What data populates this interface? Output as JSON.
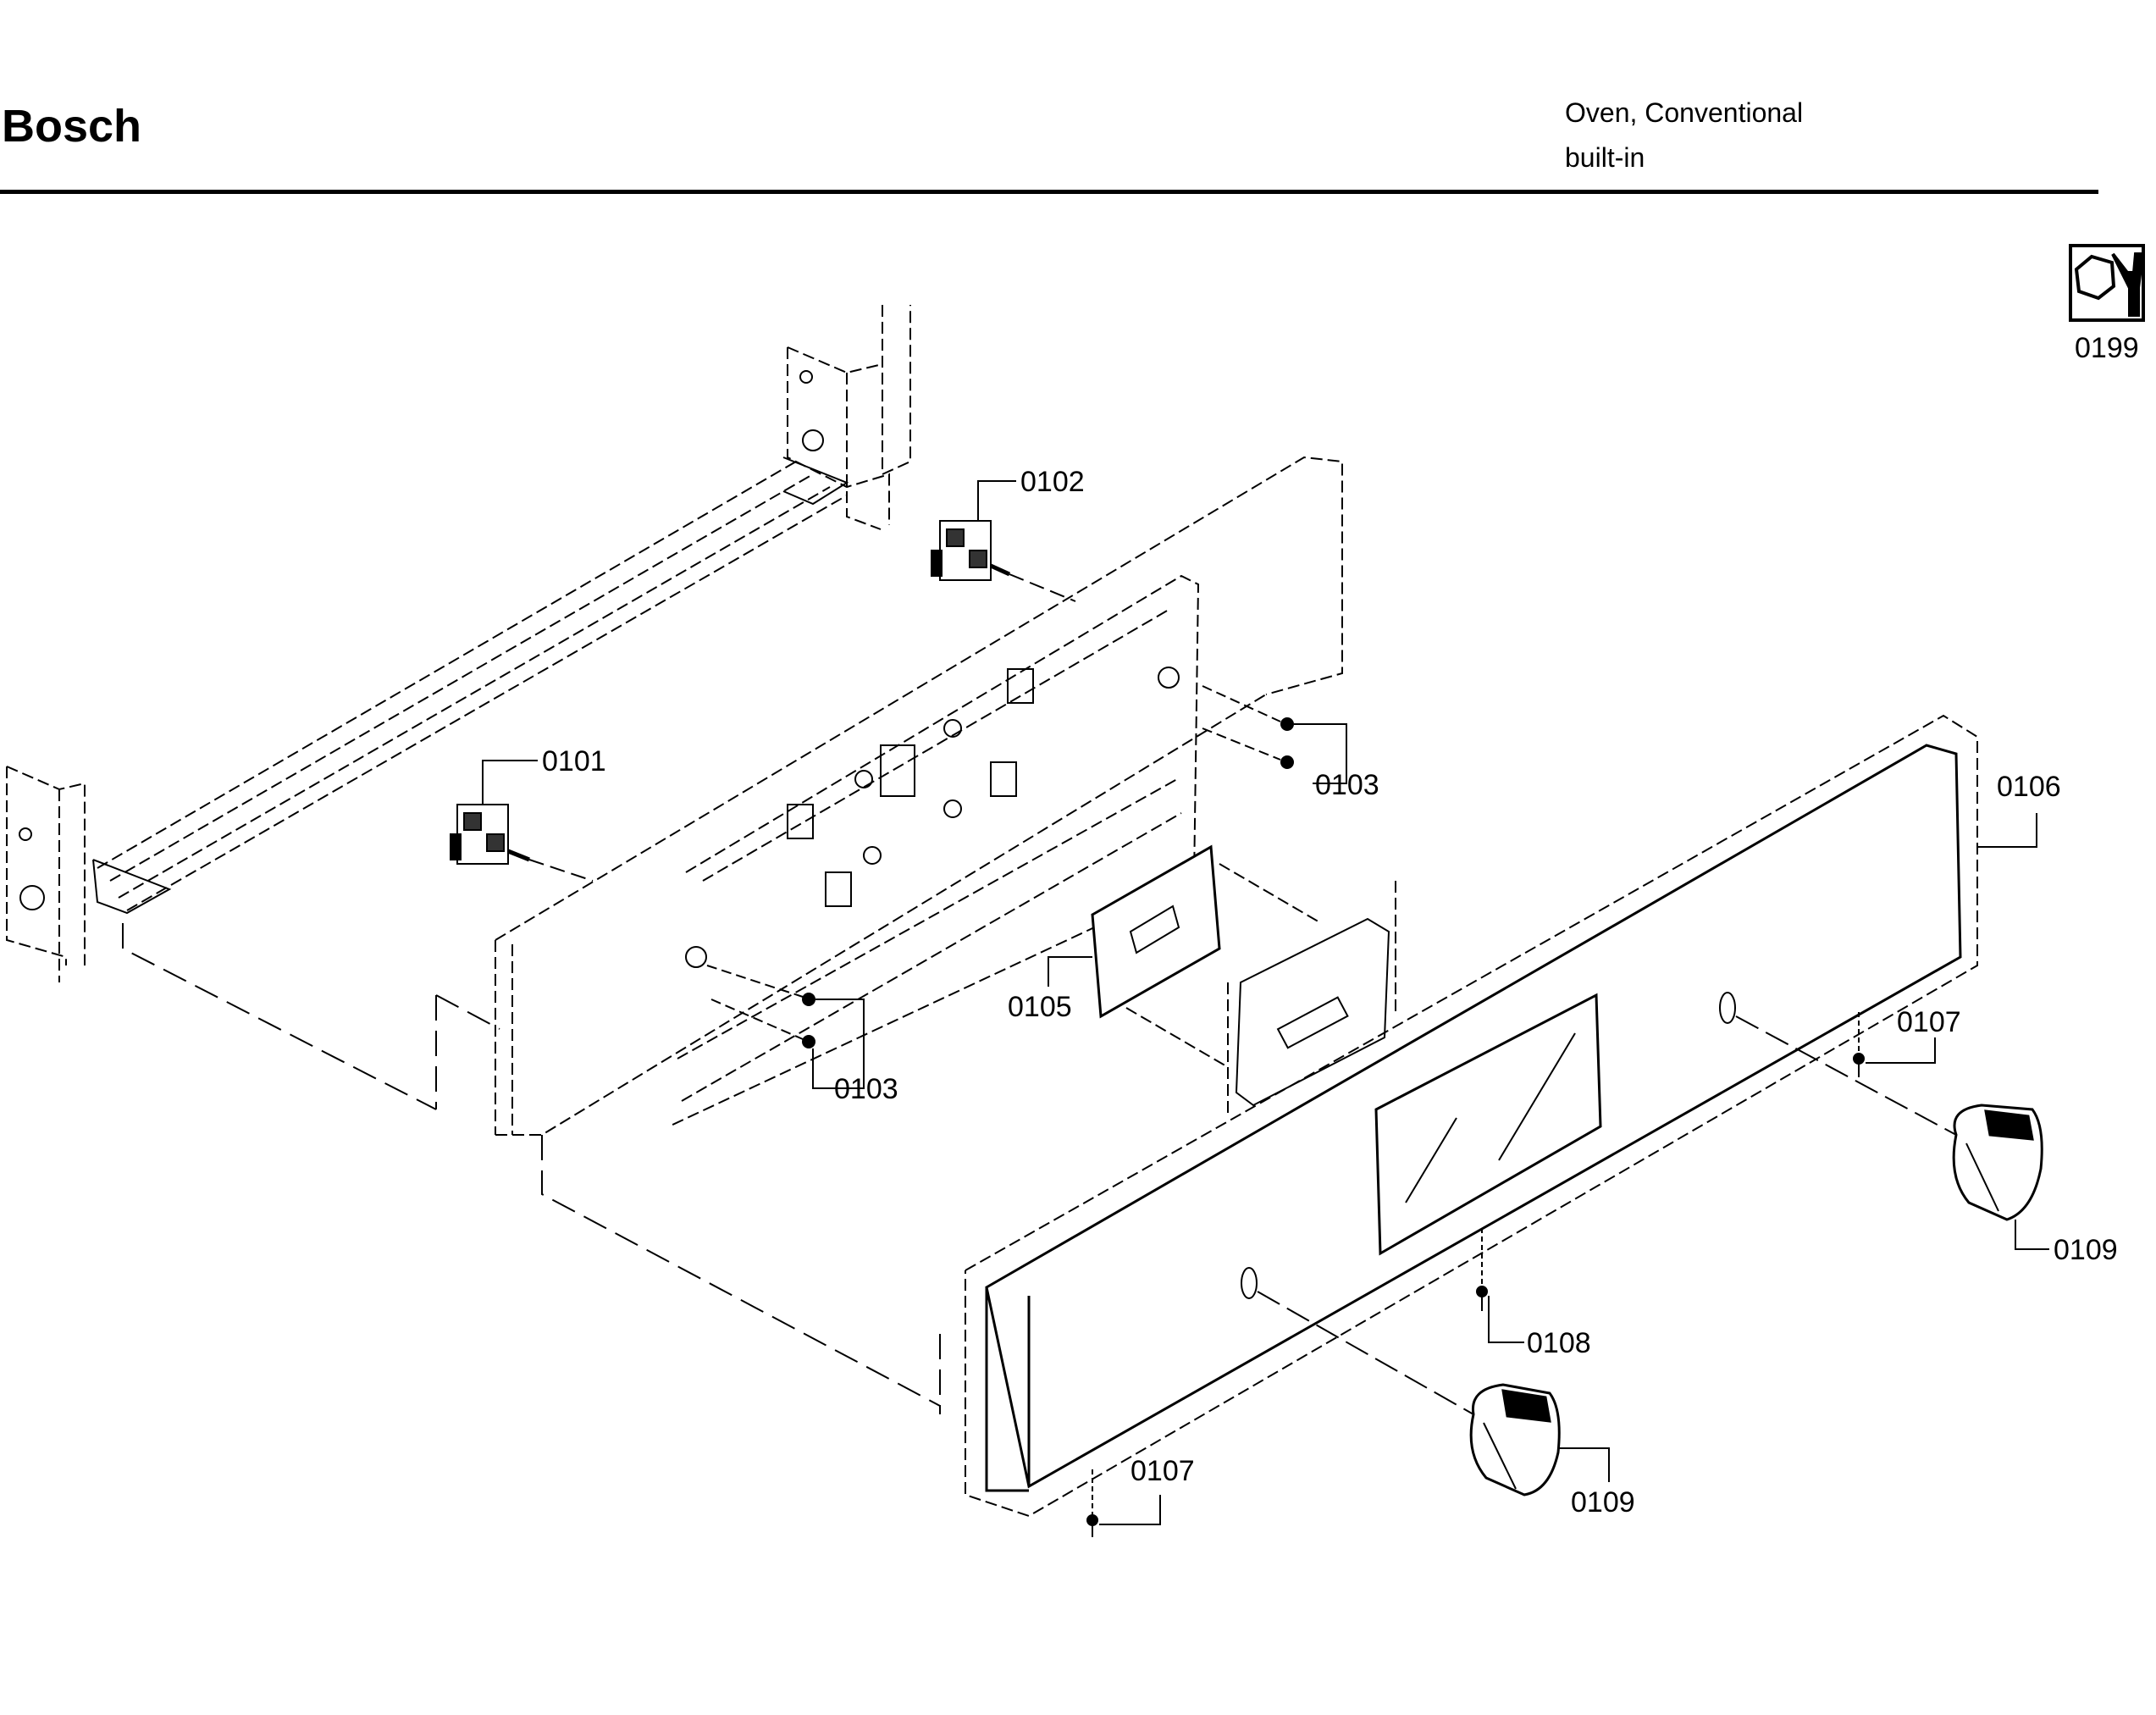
{
  "header": {
    "brand": "Bosch",
    "product_line1": "Oven, Conventional",
    "product_line2": "built-in"
  },
  "callouts": {
    "c0101": "0101",
    "c0102": "0102",
    "c0103a": "0103",
    "c0103b": "0103",
    "c0105": "0105",
    "c0106": "0106",
    "c0107a": "0107",
    "c0107b": "0107",
    "c0108": "0108",
    "c0109a": "0109",
    "c0109b": "0109",
    "c0199": "0199"
  },
  "icons": {
    "tools": "wrench-nut-icon"
  }
}
